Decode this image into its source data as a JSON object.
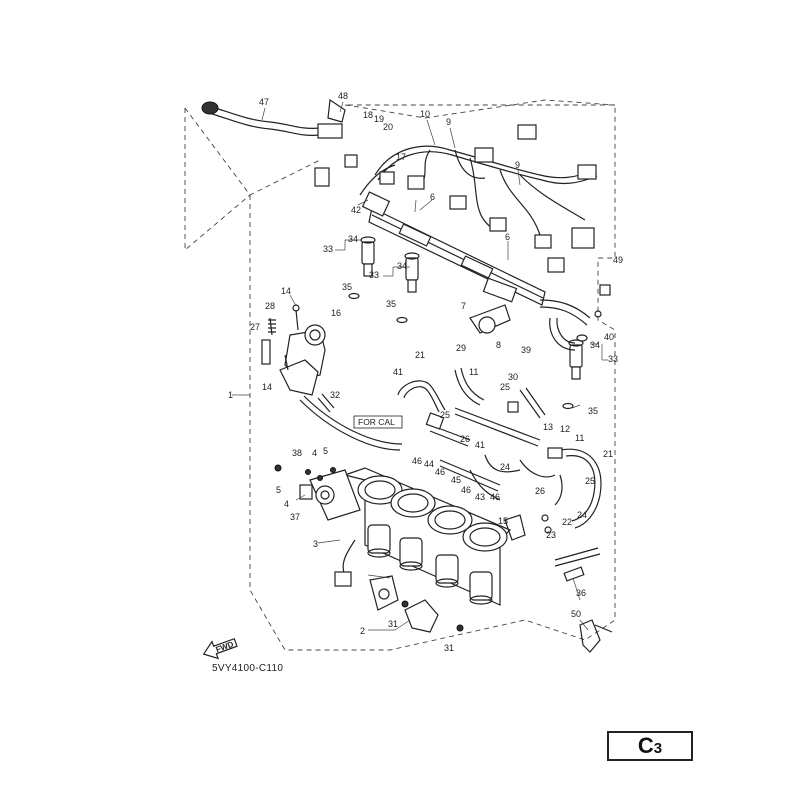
{
  "diagram": {
    "part_numbers": [
      "47",
      "48",
      "18",
      "19",
      "20",
      "10",
      "9",
      "17",
      "42",
      "6",
      "34",
      "33",
      "49",
      "14",
      "16",
      "28",
      "27",
      "1",
      "35",
      "7",
      "8",
      "40",
      "39",
      "21",
      "29",
      "41",
      "11",
      "30",
      "25",
      "32",
      "13",
      "12",
      "24",
      "26",
      "46",
      "44",
      "38",
      "5",
      "4",
      "45",
      "43",
      "15",
      "22",
      "23",
      "3",
      "36",
      "50",
      "2",
      "31",
      "37"
    ],
    "callouts": [
      {
        "id": "c47",
        "label": "47"
      },
      {
        "id": "c48",
        "label": "48"
      },
      {
        "id": "c18",
        "label": "18"
      },
      {
        "id": "c19",
        "label": "19"
      },
      {
        "id": "c20",
        "label": "20"
      },
      {
        "id": "c10",
        "label": "10"
      },
      {
        "id": "c9a",
        "label": "9"
      },
      {
        "id": "c9b",
        "label": "9"
      },
      {
        "id": "c17",
        "label": "17"
      },
      {
        "id": "c42",
        "label": "42"
      },
      {
        "id": "c6a",
        "label": "6"
      },
      {
        "id": "c6b",
        "label": "6"
      },
      {
        "id": "c34a",
        "label": "34"
      },
      {
        "id": "c33a",
        "label": "33"
      },
      {
        "id": "c34b",
        "label": "34"
      },
      {
        "id": "c33b",
        "label": "33"
      },
      {
        "id": "c49",
        "label": "49"
      },
      {
        "id": "c14a",
        "label": "14"
      },
      {
        "id": "c16",
        "label": "16"
      },
      {
        "id": "c28",
        "label": "28"
      },
      {
        "id": "c35a",
        "label": "35"
      },
      {
        "id": "c35b",
        "label": "35"
      },
      {
        "id": "c7",
        "label": "7"
      },
      {
        "id": "c8",
        "label": "8"
      },
      {
        "id": "c40",
        "label": "40"
      },
      {
        "id": "c27",
        "label": "27"
      },
      {
        "id": "c39",
        "label": "39"
      },
      {
        "id": "c34c",
        "label": "34"
      },
      {
        "id": "c33c",
        "label": "33"
      },
      {
        "id": "c14b",
        "label": "14"
      },
      {
        "id": "c1",
        "label": "1"
      },
      {
        "id": "c21a",
        "label": "21"
      },
      {
        "id": "c29",
        "label": "29"
      },
      {
        "id": "c41a",
        "label": "41"
      },
      {
        "id": "c11a",
        "label": "11"
      },
      {
        "id": "c30",
        "label": "30"
      },
      {
        "id": "c25a",
        "label": "25"
      },
      {
        "id": "c35c",
        "label": "35"
      },
      {
        "id": "c32",
        "label": "32"
      },
      {
        "id": "c25b",
        "label": "25"
      },
      {
        "id": "c13",
        "label": "13"
      },
      {
        "id": "c12",
        "label": "12"
      },
      {
        "id": "c26a",
        "label": "26"
      },
      {
        "id": "c41b",
        "label": "41"
      },
      {
        "id": "c11b",
        "label": "11"
      },
      {
        "id": "c38",
        "label": "38"
      },
      {
        "id": "c4a",
        "label": "4"
      },
      {
        "id": "c5a",
        "label": "5"
      },
      {
        "id": "c46a",
        "label": "46"
      },
      {
        "id": "c44",
        "label": "44"
      },
      {
        "id": "c46b",
        "label": "46"
      },
      {
        "id": "c24a",
        "label": "24"
      },
      {
        "id": "c21b",
        "label": "21"
      },
      {
        "id": "c45",
        "label": "45"
      },
      {
        "id": "c5b",
        "label": "5"
      },
      {
        "id": "c46c",
        "label": "46"
      },
      {
        "id": "c43",
        "label": "43"
      },
      {
        "id": "c46d",
        "label": "46"
      },
      {
        "id": "c26b",
        "label": "26"
      },
      {
        "id": "c25c",
        "label": "25"
      },
      {
        "id": "c4b",
        "label": "4"
      },
      {
        "id": "c37",
        "label": "37"
      },
      {
        "id": "c15",
        "label": "15"
      },
      {
        "id": "c22",
        "label": "22"
      },
      {
        "id": "c24b",
        "label": "24"
      },
      {
        "id": "c23",
        "label": "23"
      },
      {
        "id": "c3",
        "label": "3"
      },
      {
        "id": "c36",
        "label": "36"
      },
      {
        "id": "c50",
        "label": "50"
      },
      {
        "id": "c2",
        "label": "2"
      },
      {
        "id": "c31a",
        "label": "31"
      },
      {
        "id": "c31b",
        "label": "31"
      }
    ],
    "for_cal_label": "FOR CAL",
    "fwd_label": "FWD",
    "drawing_code": "5VY4100-C110",
    "page_section": "C",
    "page_number": "3"
  }
}
